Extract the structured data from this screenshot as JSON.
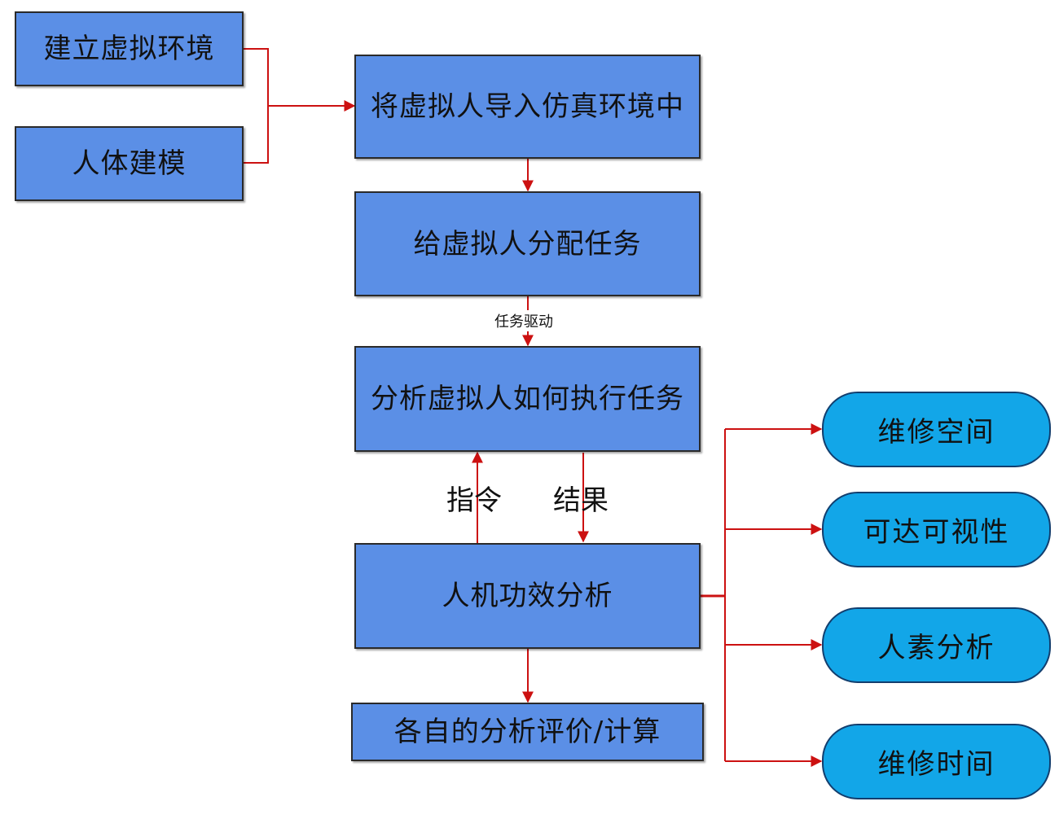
{
  "boxes": {
    "build_env": "建立虚拟环境",
    "human_model": "人体建模",
    "import": "将虚拟人导入仿真环境中",
    "assign": "给虚拟人分配任务",
    "analyze_exec": "分析虚拟人如何执行任务",
    "ergonomics": "人机功效分析",
    "evaluate": "各自的分析评价/计算"
  },
  "pills": {
    "maint_space": "维修空间",
    "reach_vis": "可达可视性",
    "human_factor": "人素分析",
    "maint_time": "维修时间"
  },
  "labels": {
    "task_driven": "任务驱动",
    "command": "指令",
    "result": "结果"
  },
  "colors": {
    "box_fill": "#5b8fe6",
    "pill_fill": "#12a6e8",
    "arrow": "#cc1111"
  }
}
